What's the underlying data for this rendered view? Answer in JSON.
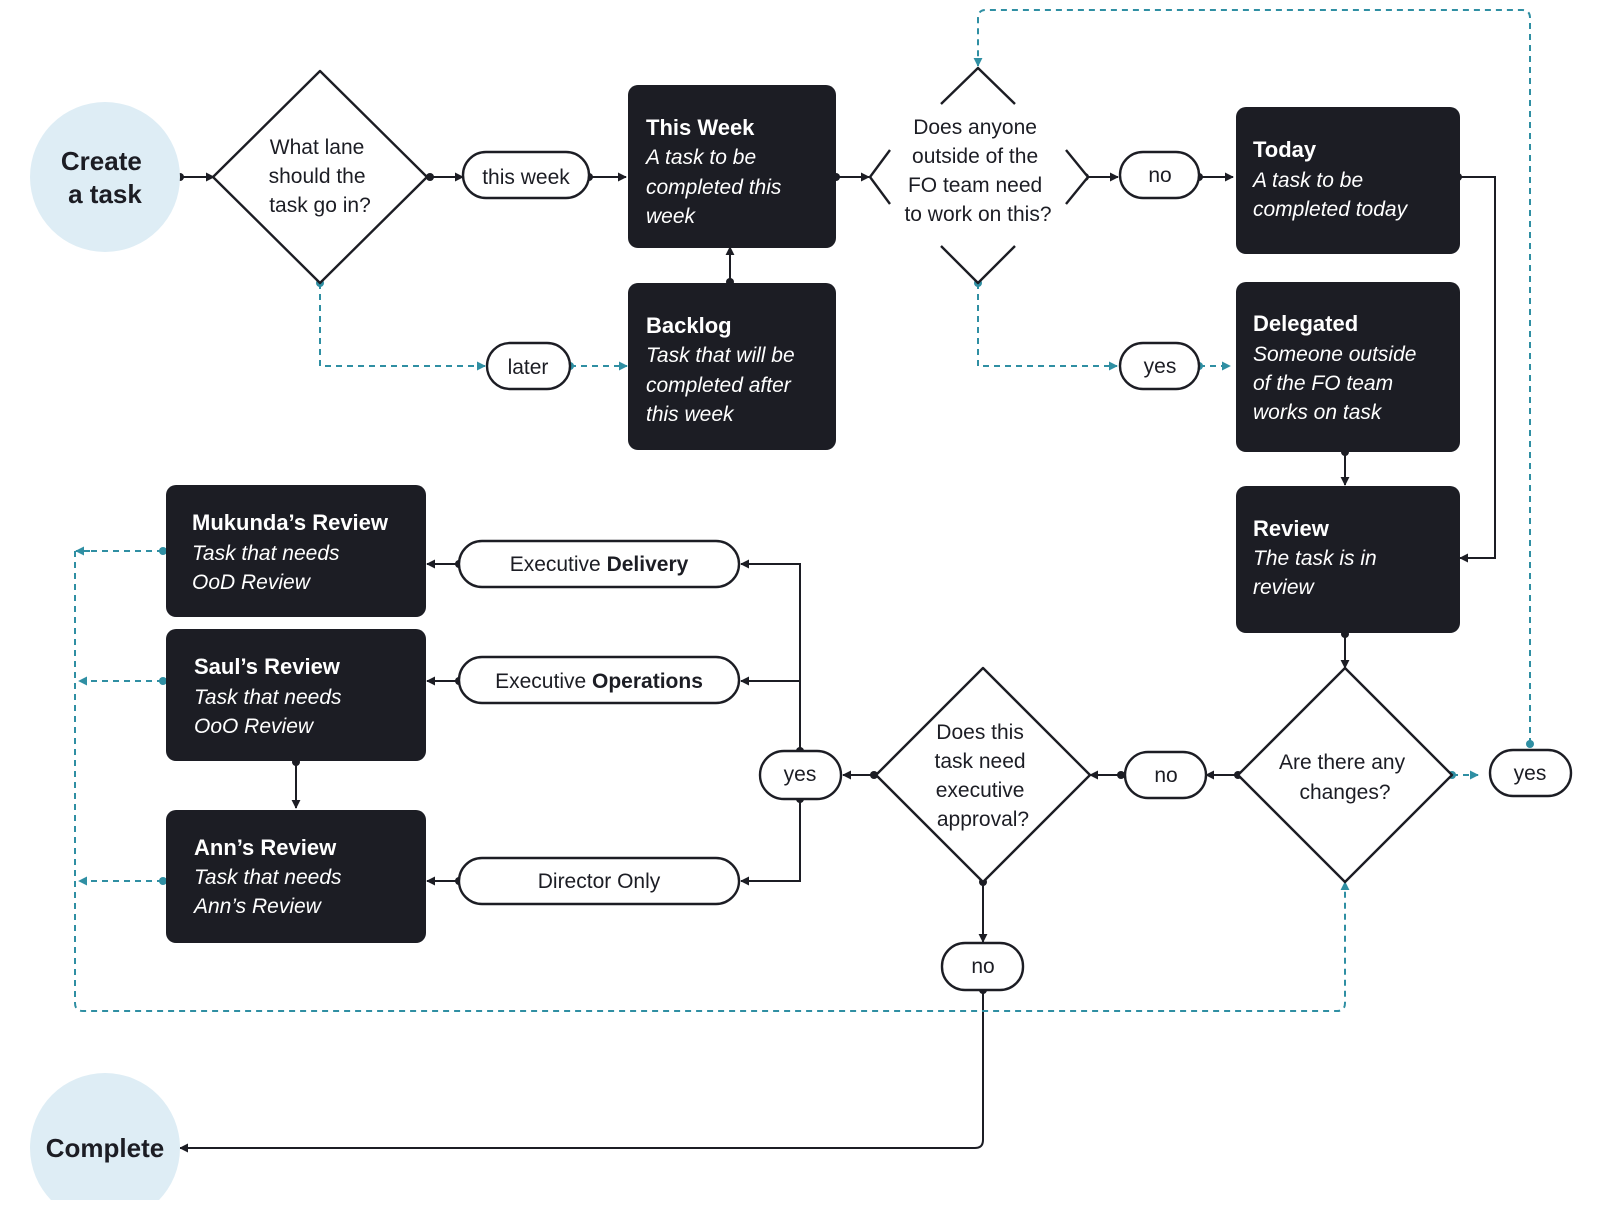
{
  "nodes": {
    "create_task": [
      "Create",
      "a task"
    ],
    "complete": "Complete",
    "lane_question": [
      "What lane",
      "should the",
      "task go in?"
    ],
    "outside_question": [
      "Does anyone",
      "outside of the",
      "FO team need",
      "to work on this?"
    ],
    "changes_question": [
      "Are there any",
      "changes?"
    ],
    "approval_question": [
      "Does this",
      "task need",
      "executive",
      "approval?"
    ],
    "this_week": {
      "title": "This Week",
      "desc": [
        "A task to be",
        "completed this",
        "week"
      ]
    },
    "backlog": {
      "title": "Backlog",
      "desc": [
        "Task that will be",
        "completed after",
        "this week"
      ]
    },
    "today": {
      "title": "Today",
      "desc": [
        "A task to be",
        "completed today"
      ]
    },
    "delegated": {
      "title": "Delegated",
      "desc": [
        "Someone outside",
        "of the FO team",
        "works on task"
      ]
    },
    "review": {
      "title": "Review",
      "desc": [
        "The task is in",
        "review"
      ]
    },
    "mukunda_review": {
      "title": "Mukunda’s Review",
      "desc": [
        "Task that needs",
        "OoD Review"
      ]
    },
    "saul_review": {
      "title": "Saul’s Review",
      "desc": [
        "Task that needs",
        "OoO Review"
      ]
    },
    "ann_review": {
      "title": "Ann’s Review",
      "desc": [
        "Task that needs",
        "Ann’s Review"
      ]
    }
  },
  "labels": {
    "this_week": "this week",
    "later": "later",
    "no_outside": "no",
    "yes_outside": "yes",
    "yes_changes": "yes",
    "no_changes": "no",
    "yes_approval": "yes",
    "no_approval": "no",
    "exec_delivery": {
      "prefix": "Executive ",
      "bold": "Delivery"
    },
    "exec_operations": {
      "prefix": "Executive ",
      "bold": "Operations"
    },
    "director_only": "Director Only"
  },
  "colors": {
    "box": "#1c1d24",
    "terminal": "#deedf5",
    "dashed_connector": "#2f8fa3"
  }
}
